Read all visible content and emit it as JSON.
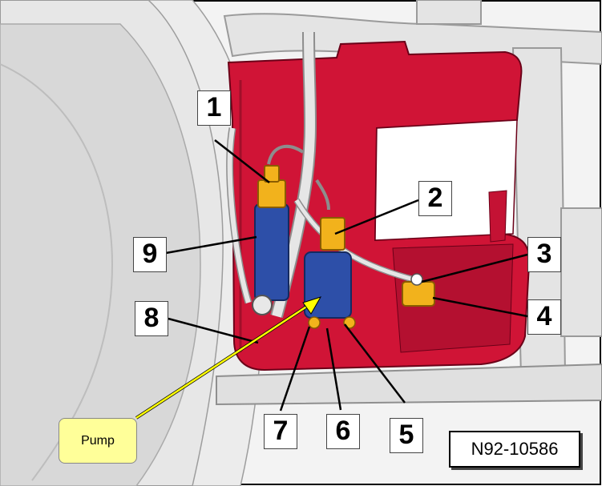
{
  "figure": {
    "reference_code": "N92-10586",
    "annotation": "Pump",
    "callouts": [
      "1",
      "2",
      "3",
      "4",
      "5",
      "6",
      "7",
      "8",
      "9"
    ]
  },
  "colors": {
    "reservoir": "#d01436",
    "motor_blue": "#2d4fa8",
    "connector_yellow": "#f2b21c",
    "annotation_fill": "#ffff99",
    "arrow": "#ffff00"
  }
}
